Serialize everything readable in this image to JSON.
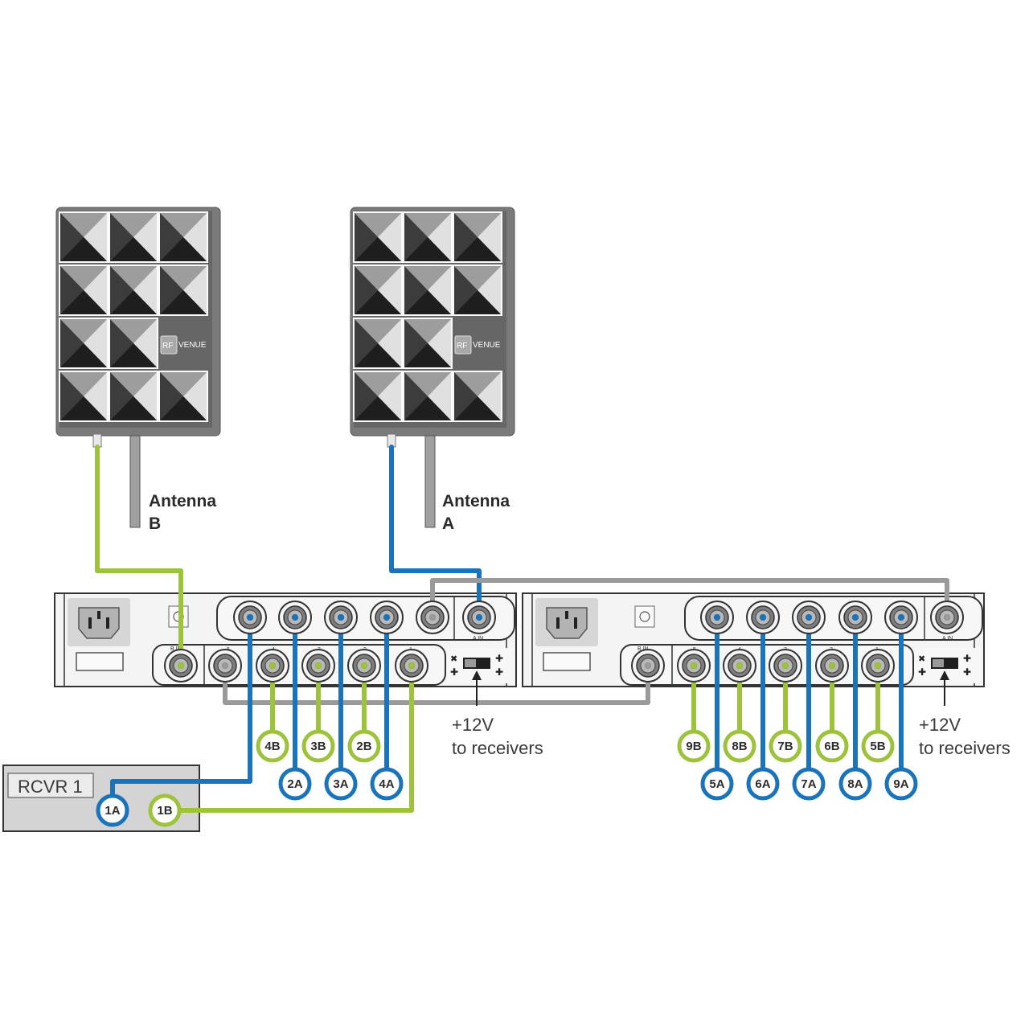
{
  "colors": {
    "blue": "#1a74bb",
    "green": "#9dc23b",
    "gray": "#9a9a9a",
    "panel": "#f3f3f3",
    "outline": "#444444"
  },
  "antennas": [
    {
      "id": "b",
      "label_line1": "Antenna",
      "label_line2": "B",
      "logo_rf": "RF",
      "logo_brand": "VENUE"
    },
    {
      "id": "a",
      "label_line1": "Antenna",
      "label_line2": "A",
      "logo_rf": "RF",
      "logo_brand": "VENUE"
    }
  ],
  "distros": [
    {
      "id": "left",
      "b_in_label": "B IN",
      "a_in_label": "A IN",
      "port_numbers": [
        "5",
        "4",
        "3",
        "2",
        "1"
      ]
    },
    {
      "id": "right",
      "b_in_label": "B IN",
      "a_in_label": "A IN",
      "port_numbers": [
        "5",
        "4",
        "3",
        "2",
        "1"
      ]
    }
  ],
  "power_notes": [
    {
      "line1": "+12V",
      "line2": "to receivers"
    },
    {
      "line1": "+12V",
      "line2": "to receivers"
    }
  ],
  "receiver": {
    "title": "RCVR 1",
    "a_label": "1A",
    "b_label": "1B"
  },
  "badges_green_left": [
    "4B",
    "3B",
    "2B"
  ],
  "badges_blue_left": [
    "2A",
    "3A",
    "4A"
  ],
  "badges_green_right": [
    "9B",
    "8B",
    "7B",
    "6B",
    "5B"
  ],
  "badges_blue_right": [
    "5A",
    "6A",
    "7A",
    "8A",
    "9A"
  ]
}
